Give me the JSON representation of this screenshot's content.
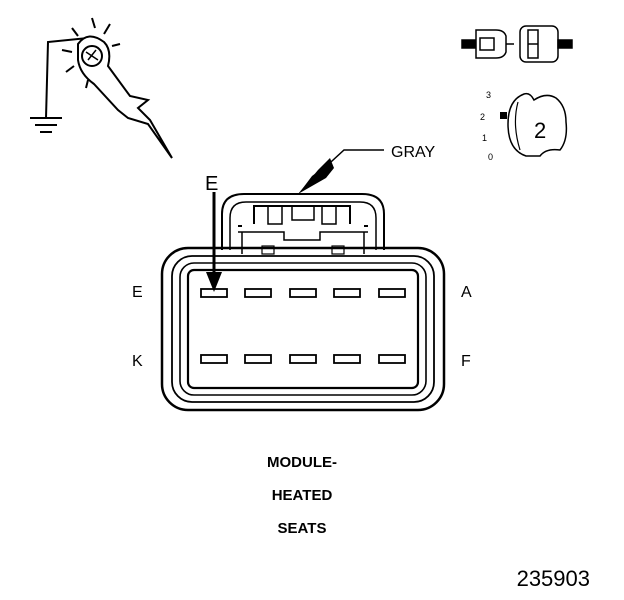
{
  "connector": {
    "wire_color_label": "GRAY",
    "pointer_label": "E",
    "pin_labels": {
      "top_left": "E",
      "top_right": "A",
      "bottom_left": "K",
      "bottom_right": "F"
    }
  },
  "view_indicator": {
    "scale": [
      "3",
      "2",
      "1",
      "0"
    ],
    "number": "2"
  },
  "caption": {
    "lines": [
      "MODULE-",
      "HEATED",
      "SEATS"
    ]
  },
  "figure_number": "235903"
}
